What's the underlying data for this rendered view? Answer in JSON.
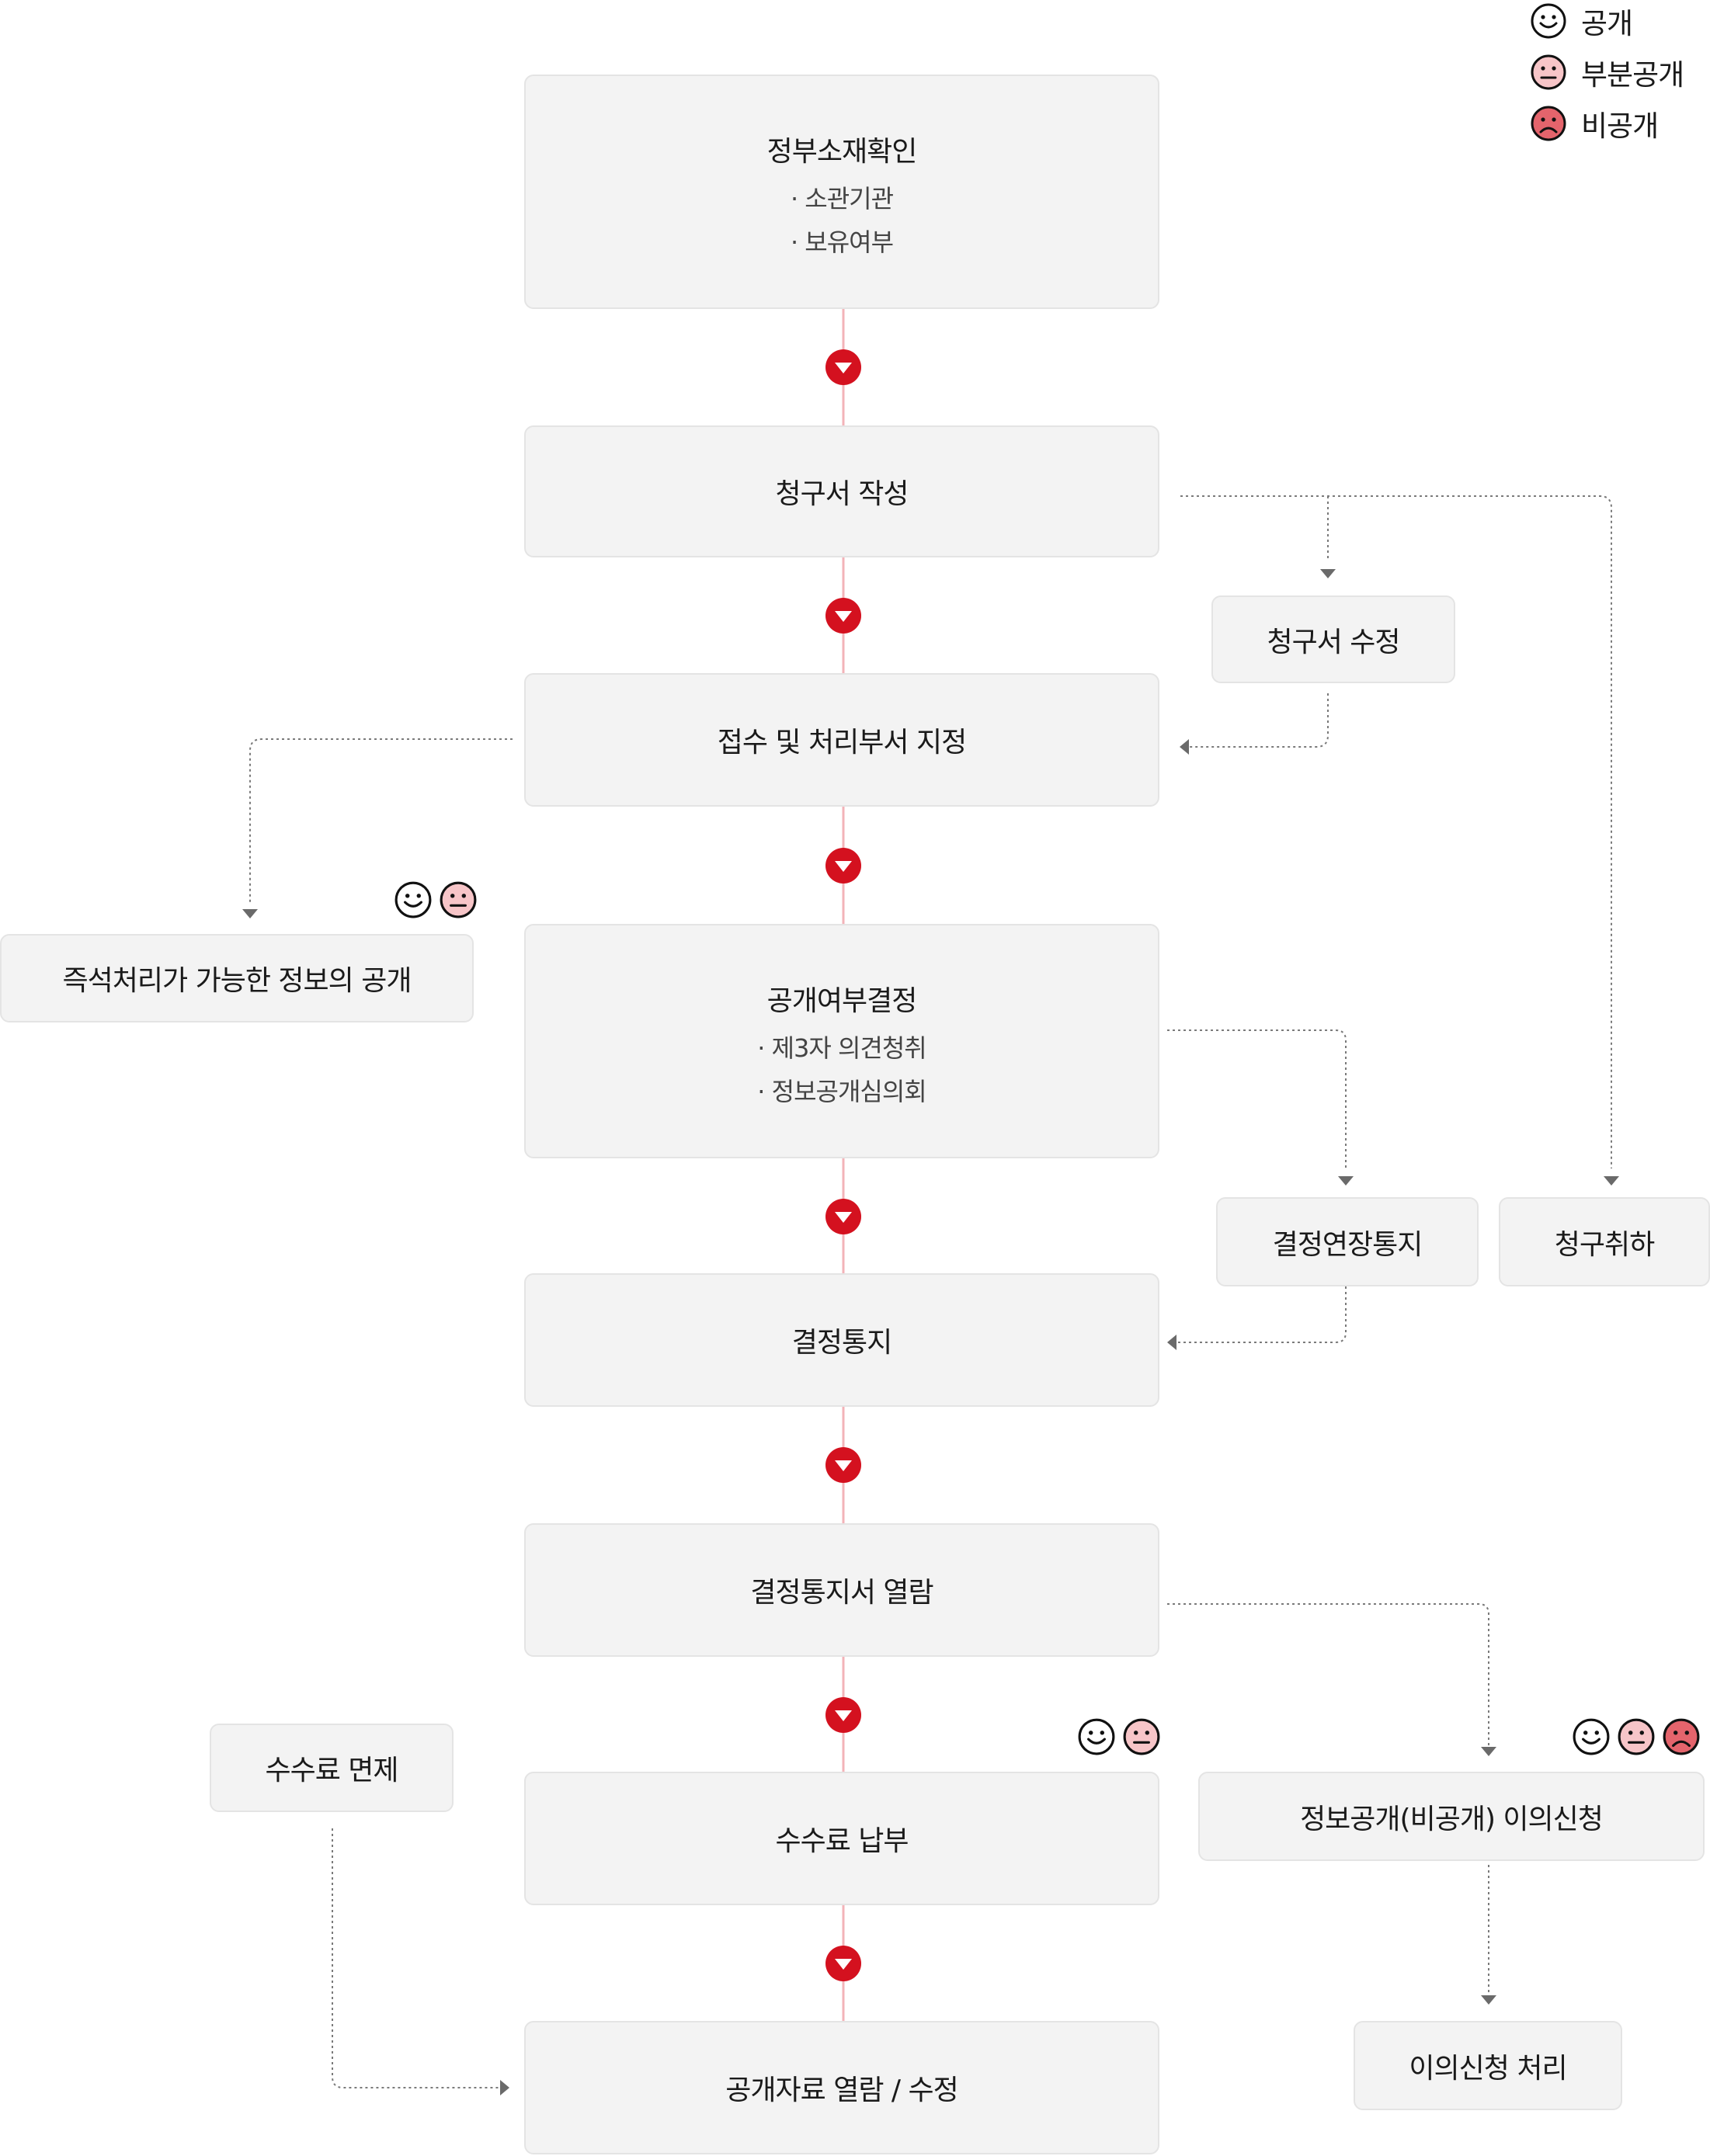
{
  "legend": [
    {
      "face": "smile",
      "label": "공개"
    },
    {
      "face": "neutral",
      "label": "부분공개"
    },
    {
      "face": "frown",
      "label": "비공개"
    }
  ],
  "main_steps": {
    "confirm_location": {
      "title": "정부소재확인",
      "subs": [
        "· 소관기관",
        "· 보유여부"
      ]
    },
    "write_request": {
      "title": "청구서 작성"
    },
    "receipt": {
      "title": "접수 및 처리부서 지정"
    },
    "decision": {
      "title": "공개여부결정",
      "subs": [
        "· 제3자 의견청취",
        "· 정보공개심의회"
      ]
    },
    "notice": {
      "title": "결정통지"
    },
    "view_notice": {
      "title": "결정통지서 열람"
    },
    "fee_payment": {
      "title": "수수료 납부"
    },
    "view_material": {
      "title": "공개자료 열람 / 수정"
    }
  },
  "side_steps": {
    "modify_request": "청구서 수정",
    "immediate": "즉석처리가 가능한 정보의 공개",
    "extension": "결정연장통지",
    "withdraw": "청구취하",
    "fee_exempt": "수수료 면제",
    "objection": "정보공개(비공개) 이의신청",
    "objection_process": "이의신청 처리"
  },
  "colors": {
    "box_bg": "#f3f3f3",
    "box_border": "#e4e4e4",
    "main_line": "#f3b3b8",
    "arrow_red": "#d4111f",
    "dotted": "#7a7a7a",
    "face_smile": "#ffffff",
    "face_neutral": "#f7c5c8",
    "face_frown": "#e4646c"
  }
}
